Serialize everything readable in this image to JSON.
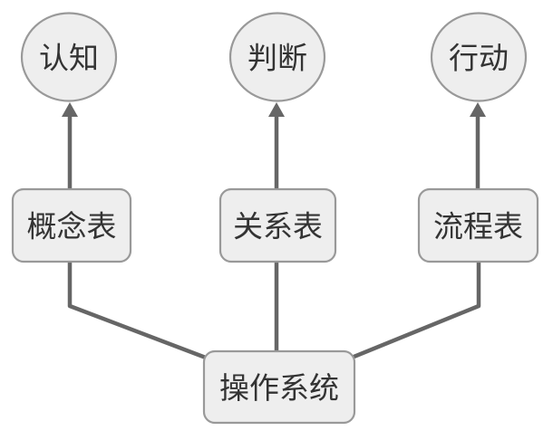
{
  "diagram": {
    "type": "flowchart",
    "background": "#ffffff",
    "colors": {
      "node_fill": "#eeeeee",
      "node_border": "#999999",
      "edge_line": "#666666",
      "arrowhead": "#666666",
      "label_text": "#333333"
    },
    "circles": [
      {
        "id": "cognition",
        "shape": "circle",
        "label": "认知"
      },
      {
        "id": "judgment",
        "shape": "circle",
        "label": "判断"
      },
      {
        "id": "action",
        "shape": "circle",
        "label": "行动"
      }
    ],
    "tables": [
      {
        "id": "concept-table",
        "shape": "rounded-rect",
        "label": "概念表"
      },
      {
        "id": "relation-table",
        "shape": "rounded-rect",
        "label": "关系表"
      },
      {
        "id": "process-table",
        "shape": "rounded-rect",
        "label": "流程表"
      }
    ],
    "root": {
      "id": "operating-system",
      "shape": "rounded-rect",
      "label": "操作系统"
    },
    "edges": [
      {
        "from": "操作系统",
        "to": "概念表",
        "arrow": false
      },
      {
        "from": "操作系统",
        "to": "关系表",
        "arrow": false
      },
      {
        "from": "操作系统",
        "to": "流程表",
        "arrow": false
      },
      {
        "from": "概念表",
        "to": "认知",
        "arrow": true
      },
      {
        "from": "关系表",
        "to": "判断",
        "arrow": true
      },
      {
        "from": "流程表",
        "to": "行动",
        "arrow": true
      }
    ]
  }
}
